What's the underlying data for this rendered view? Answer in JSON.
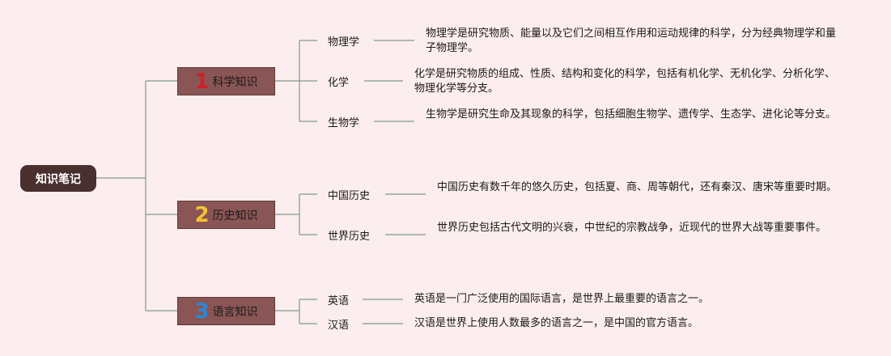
{
  "root": {
    "label": "知识笔记"
  },
  "categories": [
    {
      "number": "1",
      "label": "科学知识",
      "number_color": "#d0202a",
      "topics": [
        {
          "label": "物理学",
          "description": "物理学是研究物质、能量以及它们之间相互作用和运动规律的科学，分为经典物理学和量子物理学。"
        },
        {
          "label": "化学",
          "description": "化学是研究物质的组成、性质、结构和变化的科学，包括有机化学、无机化学、分析化学、物理化学等分支。"
        },
        {
          "label": "生物学",
          "description": "生物学是研究生命及其现象的科学，包括细胞生物学、遗传学、生态学、进化论等分支。"
        }
      ]
    },
    {
      "number": "2",
      "label": "历史知识",
      "number_color": "#f2c230",
      "topics": [
        {
          "label": "中国历史",
          "description": "中国历史有数千年的悠久历史，包括夏、商、周等朝代，还有秦汉、唐宋等重要时期。"
        },
        {
          "label": "世界历史",
          "description": "世界历史包括古代文明的兴衰，中世纪的宗教战争，近现代的世界大战等重要事件。"
        }
      ]
    },
    {
      "number": "3",
      "label": "语言知识",
      "number_color": "#2a86d6",
      "topics": [
        {
          "label": "英语",
          "description": "英语是一门广泛使用的国际语言，是世界上最重要的语言之一。"
        },
        {
          "label": "汉语",
          "description": "汉语是世界上使用人数最多的语言之一，是中国的官方语言。"
        }
      ]
    }
  ],
  "colors": {
    "line": "#7f9a8e",
    "root_bg": "#4a2f2f",
    "category_bg": "#8a5555",
    "background": "#fcedee"
  }
}
